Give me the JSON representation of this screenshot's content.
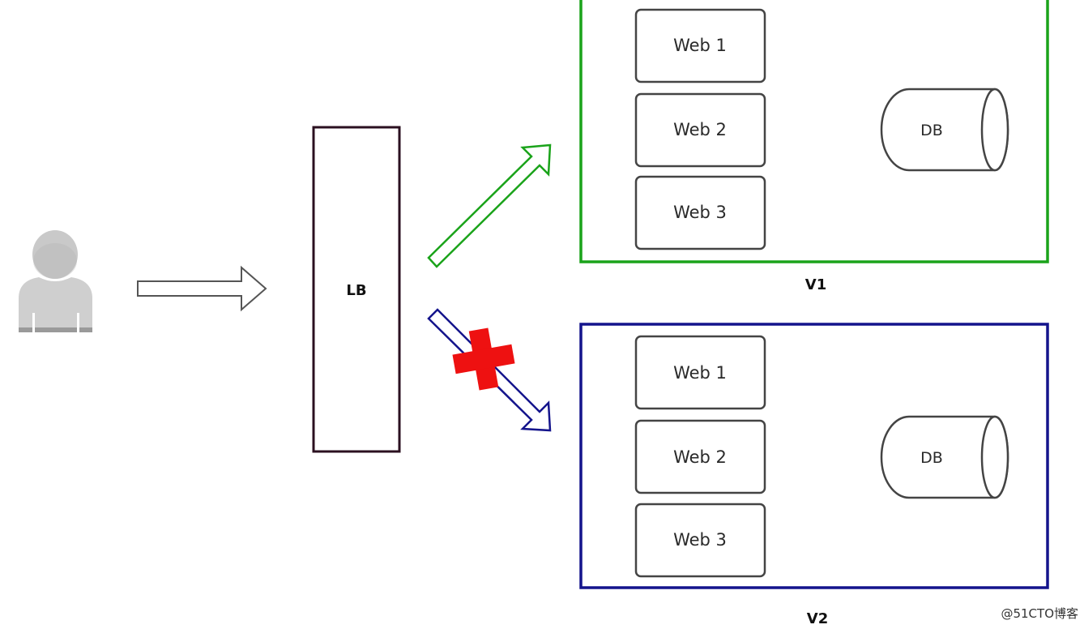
{
  "load_balancer": {
    "label": "LB"
  },
  "environments": [
    {
      "label": "V1",
      "color": "#1aa31a",
      "servers": [
        "Web 1",
        "Web 2",
        "Web 3"
      ],
      "database": "DB",
      "route_active": true
    },
    {
      "label": "V2",
      "color": "#14148c",
      "servers": [
        "Web 1",
        "Web 2",
        "Web 3"
      ],
      "database": "DB",
      "route_active": false
    }
  ],
  "blocked_marker_color": "#ee1111",
  "user_icon": "user-icon",
  "watermark": "@51CTO博客"
}
